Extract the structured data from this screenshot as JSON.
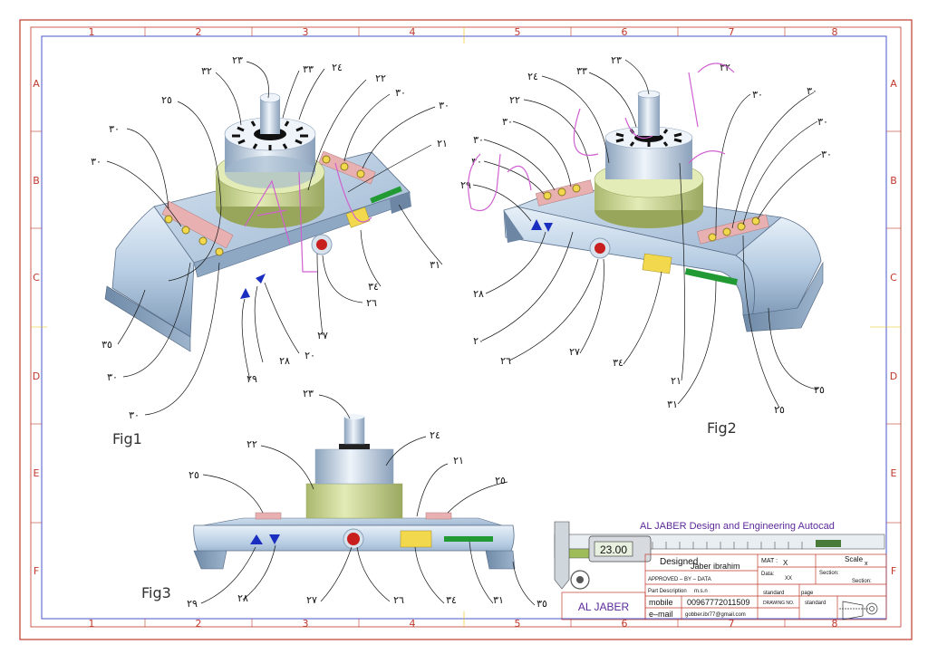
{
  "zones": {
    "cols": [
      "1",
      "2",
      "3",
      "4",
      "5",
      "6",
      "7",
      "8"
    ],
    "rows": [
      "A",
      "B",
      "C",
      "D",
      "E",
      "F"
    ]
  },
  "figures": {
    "fig1": {
      "label": "Fig1",
      "callouts": {
        "c23": "٢٣",
        "c32": "٣٢",
        "c33": "٣٣",
        "c24": "٢٤",
        "c22": "٢٢",
        "c25": "٢٥",
        "c30a": "٣٠",
        "c30b": "٣٠",
        "c30c": "٣٠",
        "c30d": "٣٠",
        "c21": "٢١",
        "c31": "٣١",
        "c34": "٣٤",
        "c26": "٢٦",
        "c27": "٢٧",
        "c20": "٢٠",
        "c28": "٢٨",
        "c29": "٢٩",
        "c35": "٣٥",
        "c30e": "٣٠",
        "c30f": "٣٠"
      }
    },
    "fig2": {
      "label": "Fig2",
      "callouts": {
        "c23": "٢٣",
        "c32": "٣٢",
        "c33": "٣٣",
        "c24": "٢٤",
        "c22": "٢٢",
        "c30a": "٣٠",
        "c30b": "٣٠",
        "c30c": "٣٠",
        "c29": "٢٩",
        "c30d": "٣٠",
        "c30e": "٣٠",
        "c30f": "٣٠",
        "c30g": "٣٠",
        "c28": "٢٨",
        "c20": "٢٠",
        "c26": "٢٦",
        "c27": "٢٧",
        "c34": "٣٤",
        "c21": "٢١",
        "c31": "٣١",
        "c25": "٢٥",
        "c35": "٣٥"
      }
    },
    "fig3": {
      "label": "Fig3",
      "callouts": {
        "c23": "٢٣",
        "c24": "٢٤",
        "c22": "٢٢",
        "c21": "٢١",
        "c25a": "٢٥",
        "c25b": "٢٥",
        "c29": "٢٩",
        "c28": "٢٨",
        "c27": "٢٧",
        "c26": "٢٦",
        "c34": "٣٤",
        "c31": "٣١",
        "c35": "٣٥"
      }
    }
  },
  "title_block": {
    "company_header": "AL JABER Design and Engineering Autocad",
    "caliper_reading": "23.00",
    "logo_text": "AL JABER",
    "designed_label": "Designed",
    "designer": "Jaber ibrahim",
    "approved": "APPROVED – BY – DATA",
    "part_desc_label": "Part Description",
    "part_desc": "m.s.n",
    "mobile_label": "mobile",
    "mobile": "00967772011509",
    "email_label": "e–mail",
    "email": "gobber.ibr77@gmail.com",
    "mat_label": "MAT :",
    "mat": "X",
    "scale_label": "Scale",
    "scale": "x",
    "data_label": "Data:",
    "data": "XX",
    "section_label": "Section:",
    "section2_label": "Section:",
    "standard": "standard",
    "page_label": "page",
    "drawing_no": "DRAWING NO.",
    "standard2": "standard"
  },
  "colors": {
    "frame": "#c0392b",
    "inner_frame": "#4a56c8",
    "base": "#b7cde3",
    "collar": "#cfd9a0",
    "drum": "#c9d6e4",
    "pad": "#e8b0b0",
    "knob": "#f2d84d",
    "green_bar": "#229a33",
    "button": "#c81e1e",
    "arrow": "#1a2fc0",
    "watermark": "#d060d0"
  }
}
